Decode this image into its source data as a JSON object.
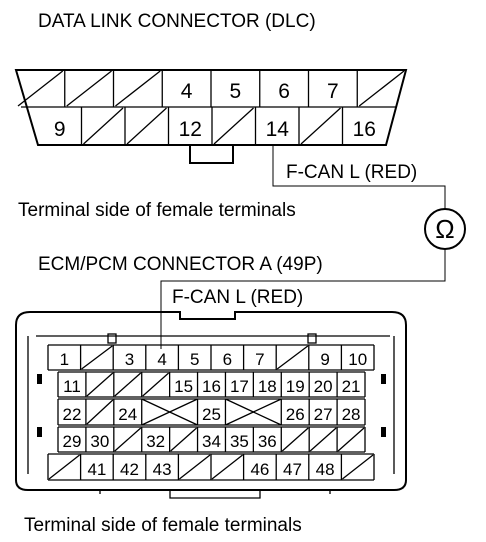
{
  "dlc": {
    "title": "DATA LINK CONNECTOR (DLC)",
    "caption": "Terminal side of female terminals",
    "wire_label": "F-CAN L (RED)",
    "top_row": [
      "",
      "",
      "",
      "4",
      "5",
      "6",
      "7",
      ""
    ],
    "bottom_row": [
      "9",
      "",
      "",
      "12",
      "",
      "14",
      "",
      "16"
    ]
  },
  "ecm": {
    "title": "ECM/PCM CONNECTOR A (49P)",
    "caption": "Terminal side of female terminals",
    "wire_label": "F-CAN L (RED)",
    "row1": [
      "1",
      "",
      "3",
      "4",
      "5",
      "6",
      "7",
      "",
      "9",
      "10"
    ],
    "row2": [
      "11",
      "",
      "",
      "",
      "15",
      "16",
      "17",
      "18",
      "19",
      "20",
      "21"
    ],
    "row3": [
      "22",
      "",
      "24",
      "X",
      "X",
      "25",
      "X",
      "X",
      "26",
      "27",
      "28"
    ],
    "row4": [
      "29",
      "30",
      "",
      "32",
      "",
      "34",
      "35",
      "36",
      "",
      "",
      ""
    ],
    "row5": [
      "",
      "41",
      "42",
      "43",
      "",
      "",
      "46",
      "47",
      "48",
      ""
    ]
  },
  "meter": {
    "symbol": "Ω"
  }
}
